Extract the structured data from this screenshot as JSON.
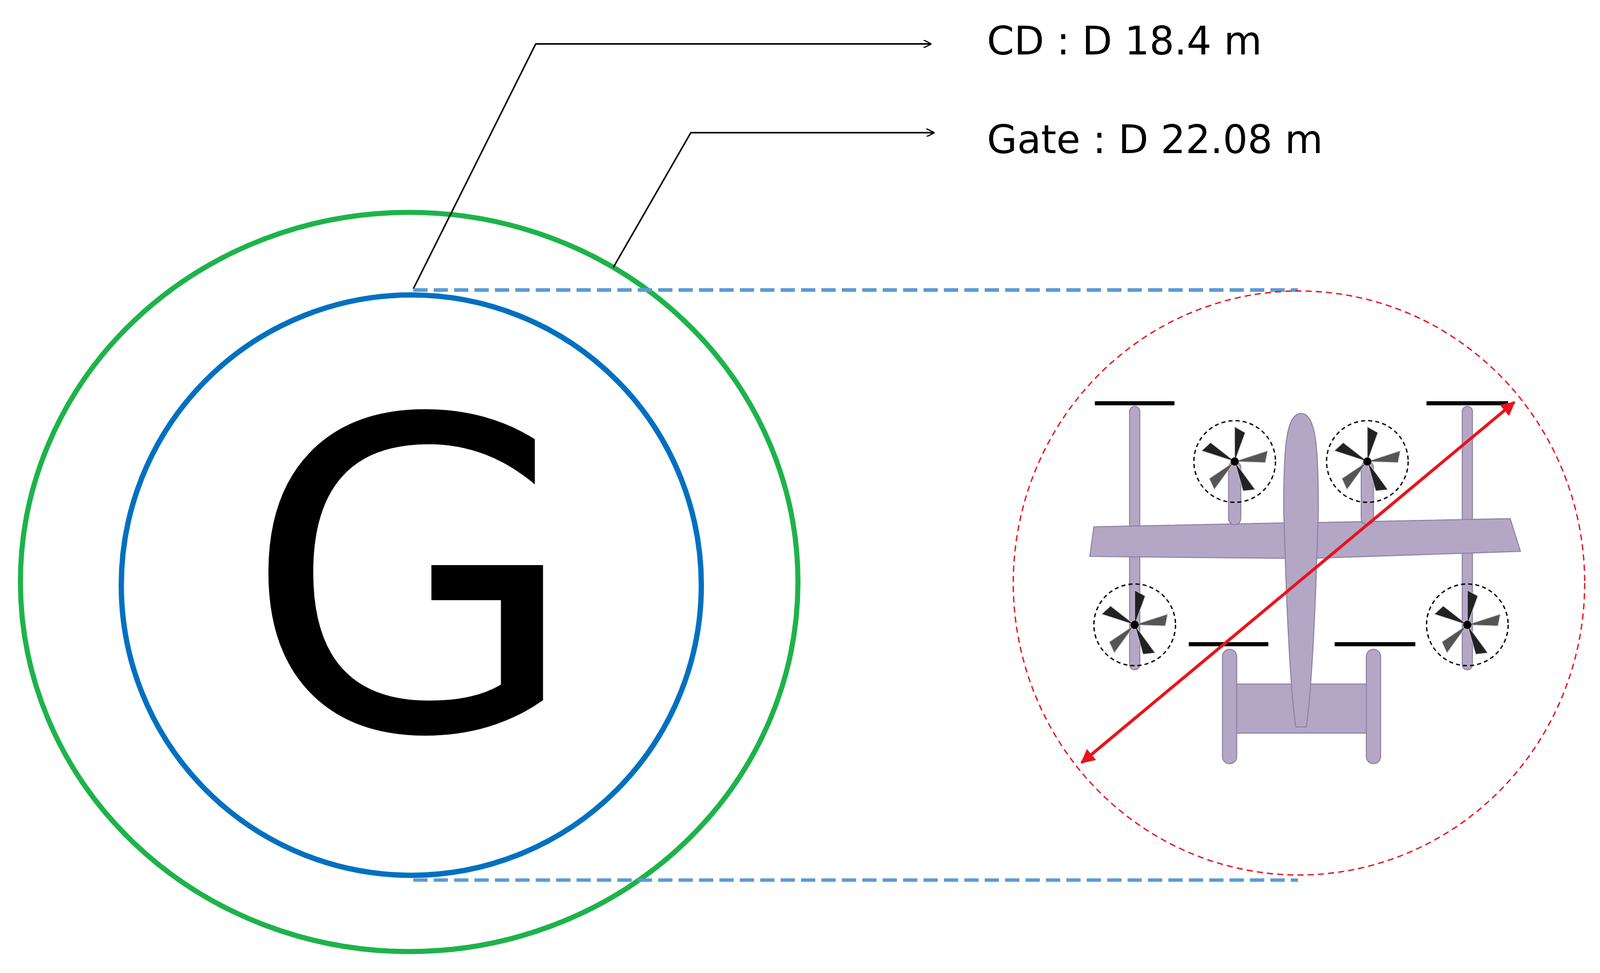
{
  "diagram": {
    "nodes": [
      {
        "text": [
          "G"
        ]
      }
    ],
    "labels": [
      "CD : D 18.4 m",
      "Gate : D 22.08 m"
    ]
  }
}
